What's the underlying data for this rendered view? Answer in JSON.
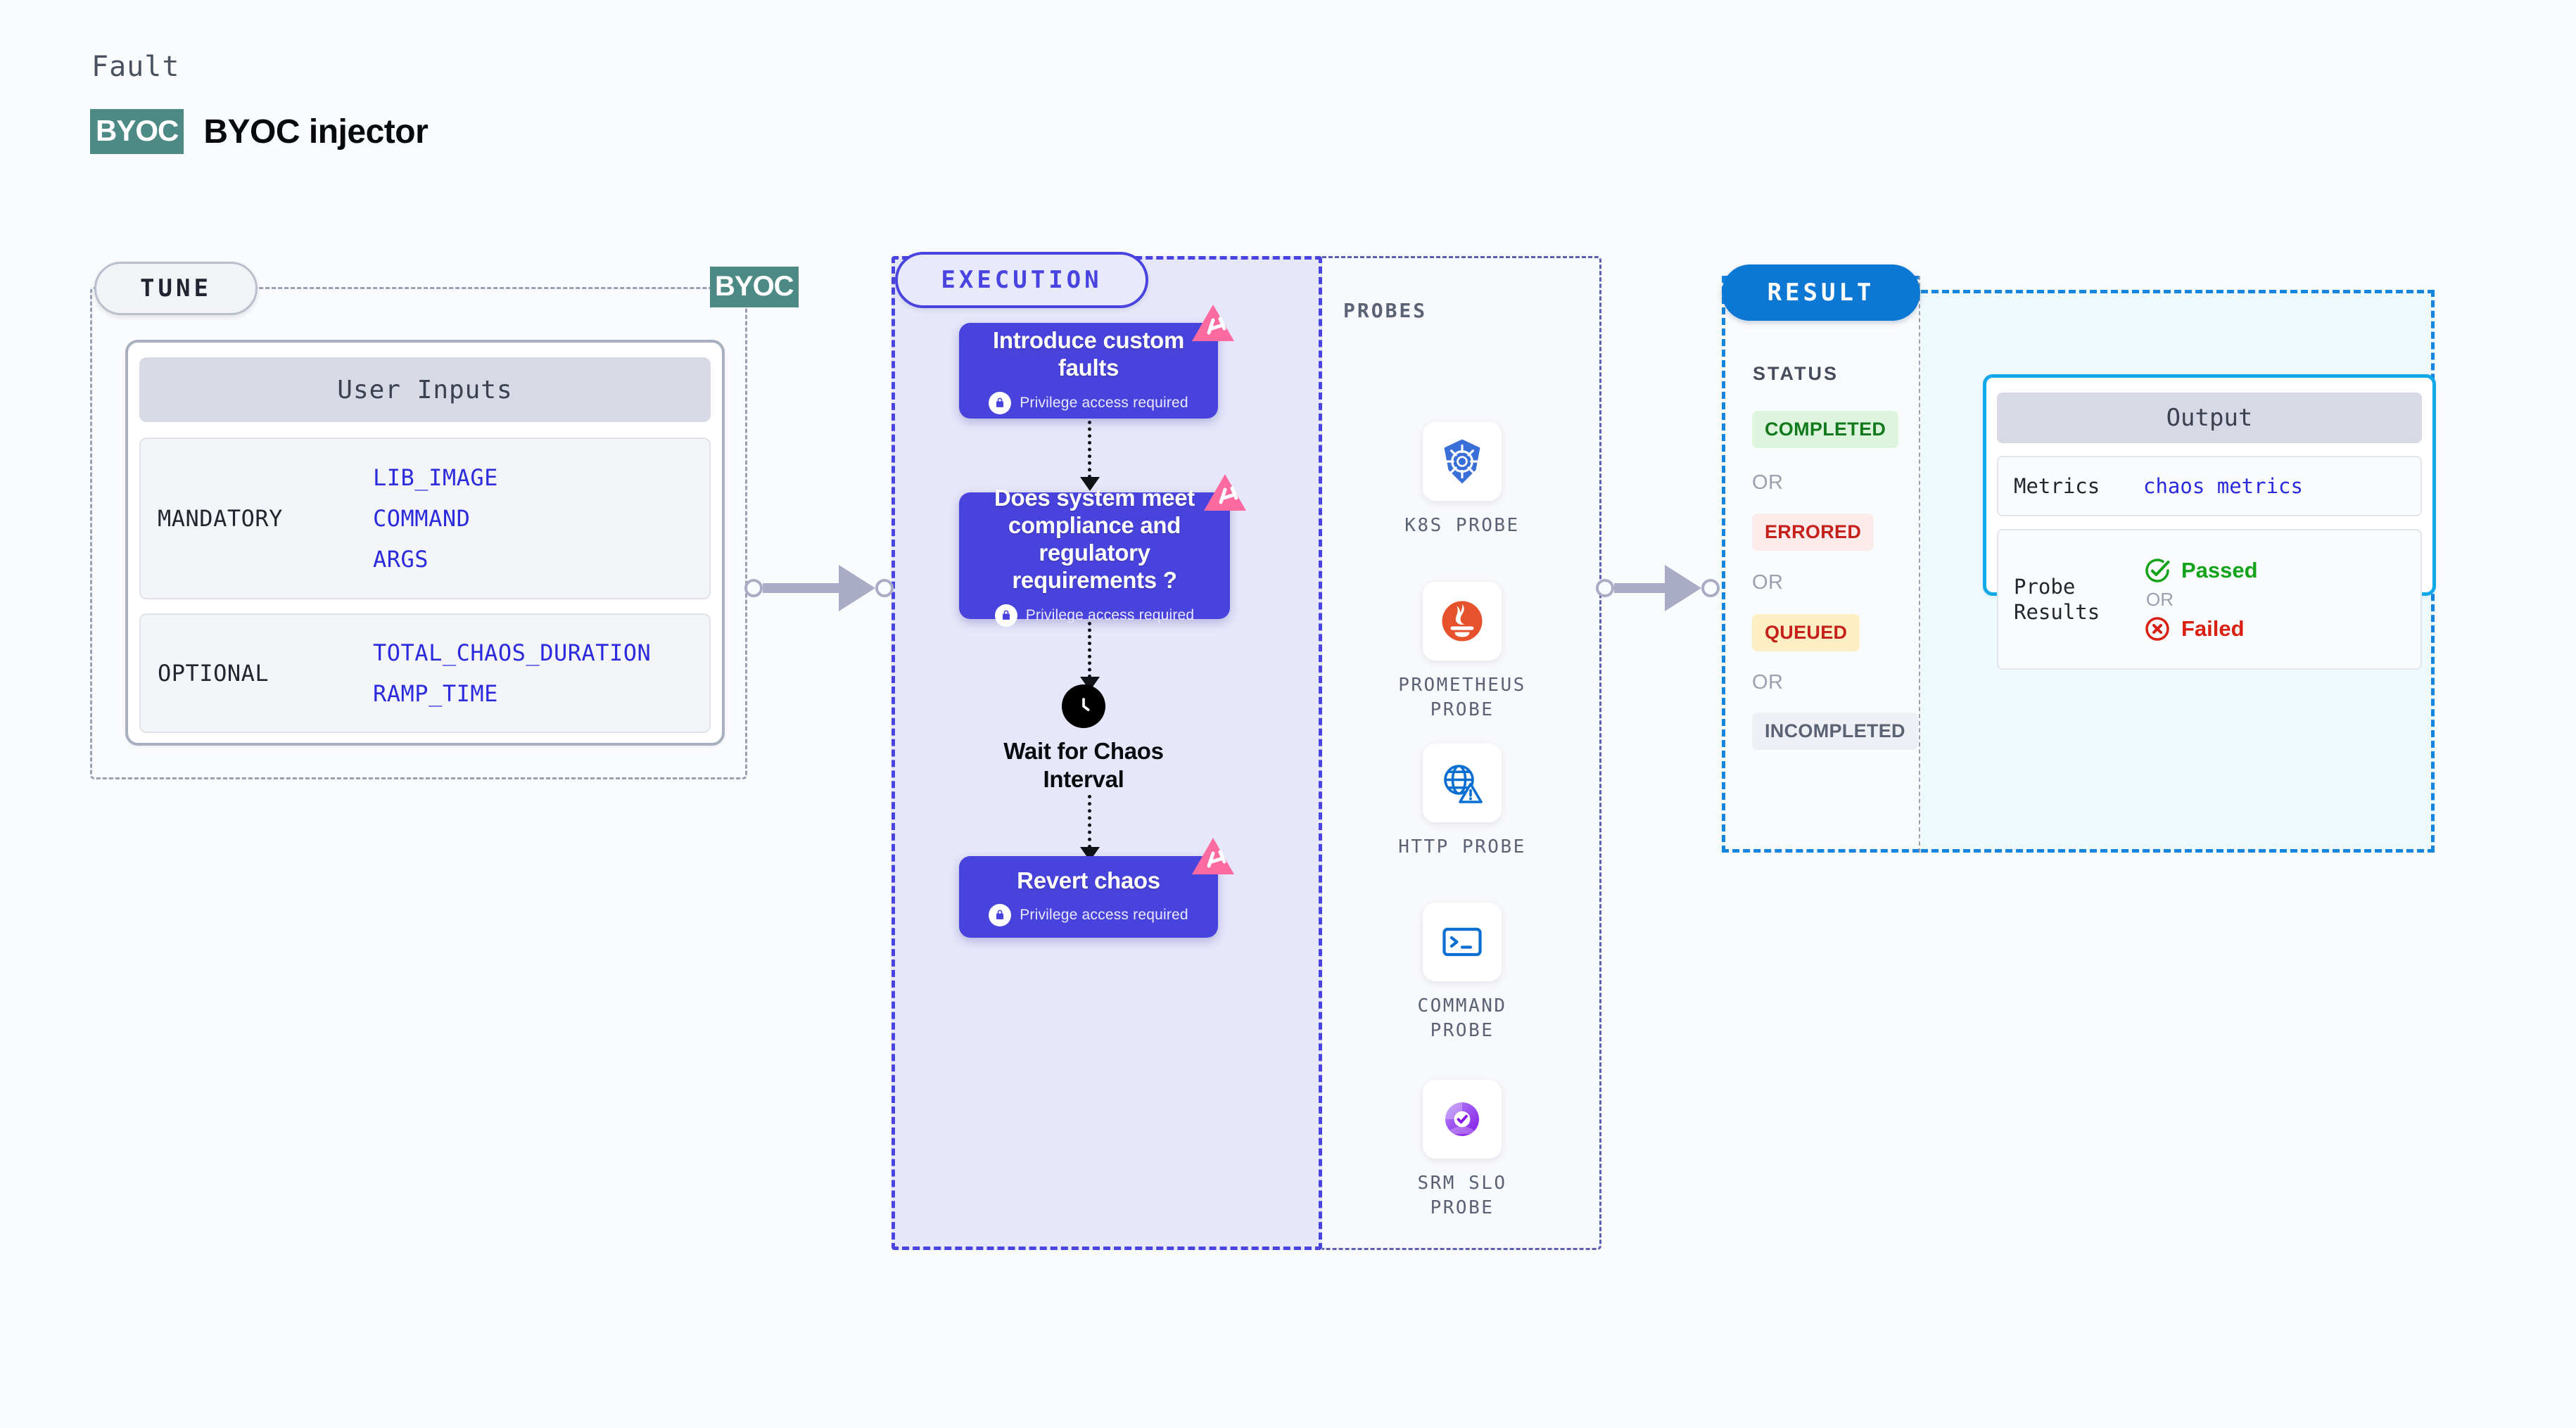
{
  "header": {
    "eyebrow": "Fault",
    "badge": "BYOC",
    "title": "BYOC injector"
  },
  "tune": {
    "pill_label": "TUNE",
    "edge_badge": "BYOC",
    "card_title": "User Inputs",
    "groups": [
      {
        "label": "MANDATORY",
        "values": [
          "LIB_IMAGE",
          "COMMAND",
          "ARGS"
        ]
      },
      {
        "label": "OPTIONAL",
        "values": [
          "TOTAL_CHAOS_DURATION",
          "RAMP_TIME"
        ]
      }
    ]
  },
  "execution": {
    "pill_label": "EXECUTION",
    "privilege_note": "Privilege access required",
    "nodes": [
      {
        "title": "Introduce custom faults",
        "privileged": true
      },
      {
        "title": "Does system meet compliance and regulatory requirements ?",
        "privileged": true
      },
      {
        "title": "Revert chaos",
        "privileged": true
      }
    ],
    "wait_node": {
      "label": "Wait for Chaos Interval",
      "icon": "clock-icon"
    }
  },
  "probes": {
    "section_label": "PROBES",
    "items": [
      {
        "label": "K8S PROBE",
        "icon": "kubernetes-icon"
      },
      {
        "label": "PROMETHEUS PROBE",
        "icon": "prometheus-icon"
      },
      {
        "label": "HTTP PROBE",
        "icon": "http-globe-icon"
      },
      {
        "label": "COMMAND PROBE",
        "icon": "terminal-icon"
      },
      {
        "label": "SRM SLO PROBE",
        "icon": "srm-slo-icon"
      }
    ]
  },
  "result": {
    "pill_label": "RESULT",
    "status_title": "STATUS",
    "or_label": "OR",
    "statuses": [
      {
        "label": "COMPLETED",
        "bg": "#ddf5dd",
        "fg": "#127a1c"
      },
      {
        "label": "ERRORED",
        "bg": "#fdeaea",
        "fg": "#c5201a"
      },
      {
        "label": "QUEUED",
        "bg": "#fdeec4",
        "fg": "#c5201a"
      },
      {
        "label": "INCOMPLETED",
        "bg": "#eef0f5",
        "fg": "#5a6274"
      }
    ]
  },
  "output": {
    "card_title": "Output",
    "metrics_key": "Metrics",
    "metrics_value": "chaos metrics",
    "probe_results_key": "Probe Results",
    "passed_label": "Passed",
    "failed_label": "Failed",
    "or_label": "OR"
  },
  "colors": {
    "accent_indigo": "#4944e0",
    "node_fill": "#4943de",
    "exec_fill": "#e6e7fa",
    "result_blue": "#0d78d4",
    "output_cyan": "#13a8e8",
    "output_fill": "#eefafe",
    "byoc_teal": "#4d8a85",
    "corner_pink": "#fc6aa0",
    "link_blue": "#2b2bdd",
    "page_bg": "#fafbfd"
  }
}
